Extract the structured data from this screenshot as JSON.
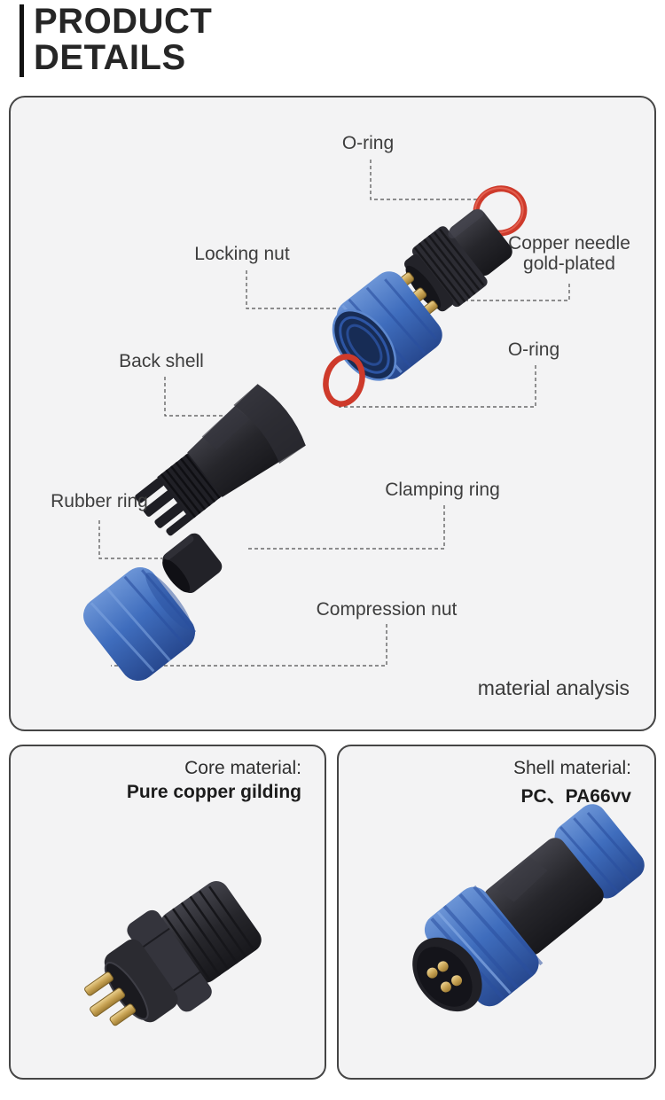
{
  "header": {
    "title_line1": "PRODUCT",
    "title_line2": "DETAILS"
  },
  "diagram": {
    "labels": {
      "o_ring_top": "O-ring",
      "locking_nut": "Locking nut",
      "copper_needle_line1": "Copper needle",
      "copper_needle_line2": "gold-plated",
      "back_shell": "Back shell",
      "o_ring_mid": "O-ring",
      "rubber_ring": "Rubber ring",
      "clamping_ring": "Clamping ring",
      "compression_nut": "Compression nut"
    },
    "caption": "material analysis"
  },
  "cards": [
    {
      "label": "Core material:",
      "value": "Pure copper gilding"
    },
    {
      "label": "Shell material:",
      "value": "PC、PA66vv"
    }
  ],
  "colors": {
    "o_ring_red": "#ce3a2b",
    "part_blue": "#3f6dbd",
    "part_black": "#26262b",
    "pin_gold": "#c9a455",
    "panel_bg": "#f3f3f4",
    "panel_border": "#454545",
    "label_text": "#3d3d3d",
    "title_text": "#262626"
  }
}
